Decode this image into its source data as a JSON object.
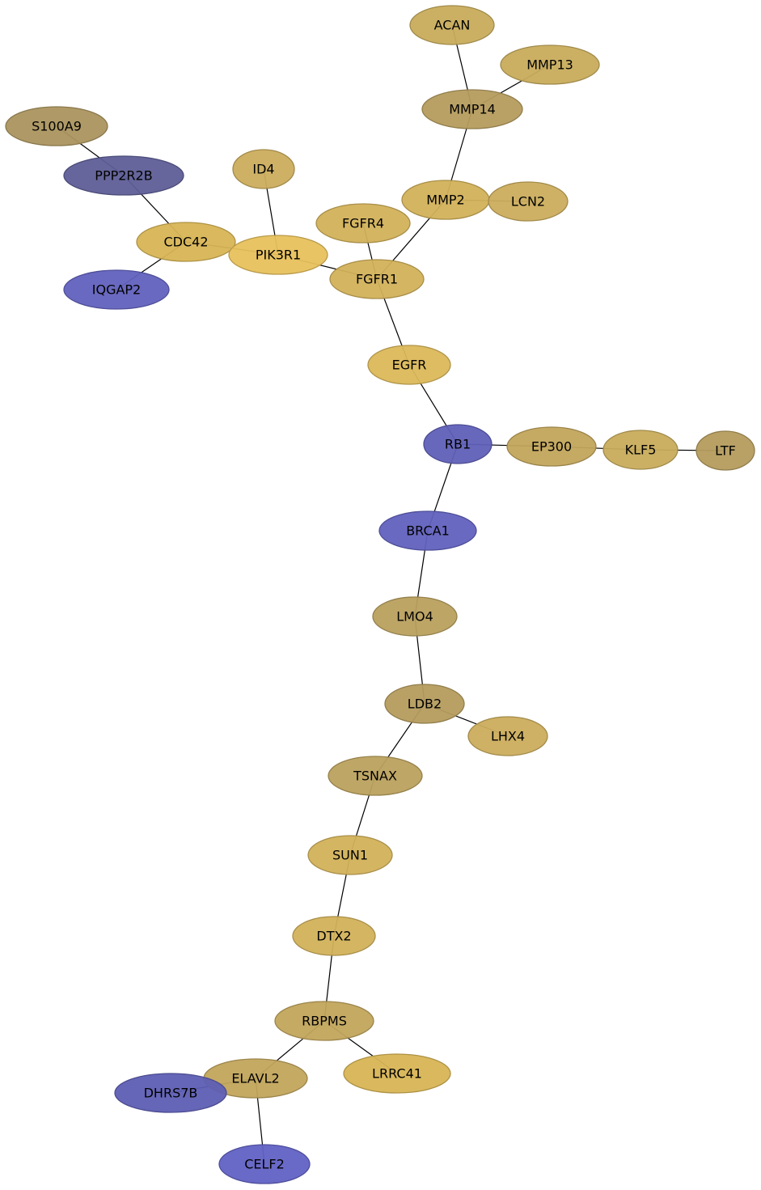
{
  "colors": {
    "gold": "#d8b452",
    "gold_bright": "#e7c15c",
    "tan": "#c2a55c",
    "khaki": "#b59c5e",
    "olive_brown": "#a8925f",
    "blue": "#6161be",
    "slate_blue": "#5e5e97"
  },
  "nodes": [
    {
      "id": "ACAN",
      "label": "ACAN",
      "color": "#c8ac5c"
    },
    {
      "id": "MMP13",
      "label": "MMP13",
      "color": "#c8ac5c"
    },
    {
      "id": "MMP14",
      "label": "MMP14",
      "color": "#b59c5e"
    },
    {
      "id": "S100A9",
      "label": "S100A9",
      "color": "#ab955f"
    },
    {
      "id": "PPP2R2B",
      "label": "PPP2R2B",
      "color": "#5e5e97"
    },
    {
      "id": "ID4",
      "label": "ID4",
      "color": "#cbad5d"
    },
    {
      "id": "MMP2",
      "label": "MMP2",
      "color": "#d2b15a"
    },
    {
      "id": "LCN2",
      "label": "LCN2",
      "color": "#cbad5d"
    },
    {
      "id": "FGFR4",
      "label": "FGFR4",
      "color": "#d2b15a"
    },
    {
      "id": "CDC42",
      "label": "CDC42",
      "color": "#d8b555"
    },
    {
      "id": "PIK3R1",
      "label": "PIK3R1",
      "color": "#e7c15c"
    },
    {
      "id": "FGFR1",
      "label": "FGFR1",
      "color": "#d2b15a"
    },
    {
      "id": "IQGAP2",
      "label": "IQGAP2",
      "color": "#6161be"
    },
    {
      "id": "EGFR",
      "label": "EGFR",
      "color": "#dbb85a"
    },
    {
      "id": "RB1",
      "label": "RB1",
      "color": "#5f5fb8"
    },
    {
      "id": "EP300",
      "label": "EP300",
      "color": "#c2a55c"
    },
    {
      "id": "KLF5",
      "label": "KLF5",
      "color": "#c8ac5c"
    },
    {
      "id": "LTF",
      "label": "LTF",
      "color": "#b59c5e"
    },
    {
      "id": "BRCA1",
      "label": "BRCA1",
      "color": "#6161be"
    },
    {
      "id": "LMO4",
      "label": "LMO4",
      "color": "#b9a05e"
    },
    {
      "id": "LDB2",
      "label": "LDB2",
      "color": "#b59c5e"
    },
    {
      "id": "LHX4",
      "label": "LHX4",
      "color": "#cbad5d"
    },
    {
      "id": "TSNAX",
      "label": "TSNAX",
      "color": "#bba15e"
    },
    {
      "id": "SUN1",
      "label": "SUN1",
      "color": "#d2b15a"
    },
    {
      "id": "DTX2",
      "label": "DTX2",
      "color": "#d2b15a"
    },
    {
      "id": "RBPMS",
      "label": "RBPMS",
      "color": "#c2a55c"
    },
    {
      "id": "ELAVL2",
      "label": "ELAVL2",
      "color": "#c2a55c"
    },
    {
      "id": "LRRC41",
      "label": "LRRC41",
      "color": "#d8b555"
    },
    {
      "id": "DHRS7B",
      "label": "DHRS7B",
      "color": "#5e5eb4"
    },
    {
      "id": "CELF2",
      "label": "CELF2",
      "color": "#6161c4"
    }
  ],
  "edges": [
    [
      "ACAN",
      "MMP14"
    ],
    [
      "MMP13",
      "MMP14"
    ],
    [
      "MMP14",
      "MMP2"
    ],
    [
      "MMP2",
      "LCN2"
    ],
    [
      "MMP2",
      "FGFR1"
    ],
    [
      "FGFR4",
      "FGFR1"
    ],
    [
      "S100A9",
      "PPP2R2B"
    ],
    [
      "PPP2R2B",
      "CDC42"
    ],
    [
      "CDC42",
      "IQGAP2"
    ],
    [
      "CDC42",
      "PIK3R1"
    ],
    [
      "ID4",
      "PIK3R1"
    ],
    [
      "PIK3R1",
      "FGFR1"
    ],
    [
      "FGFR1",
      "EGFR"
    ],
    [
      "EGFR",
      "RB1"
    ],
    [
      "RB1",
      "EP300"
    ],
    [
      "EP300",
      "KLF5"
    ],
    [
      "KLF5",
      "LTF"
    ],
    [
      "RB1",
      "BRCA1"
    ],
    [
      "BRCA1",
      "LMO4"
    ],
    [
      "LMO4",
      "LDB2"
    ],
    [
      "LDB2",
      "LHX4"
    ],
    [
      "LDB2",
      "TSNAX"
    ],
    [
      "TSNAX",
      "SUN1"
    ],
    [
      "SUN1",
      "DTX2"
    ],
    [
      "DTX2",
      "RBPMS"
    ],
    [
      "RBPMS",
      "ELAVL2"
    ],
    [
      "RBPMS",
      "LRRC41"
    ],
    [
      "ELAVL2",
      "DHRS7B"
    ],
    [
      "ELAVL2",
      "CELF2"
    ]
  ]
}
